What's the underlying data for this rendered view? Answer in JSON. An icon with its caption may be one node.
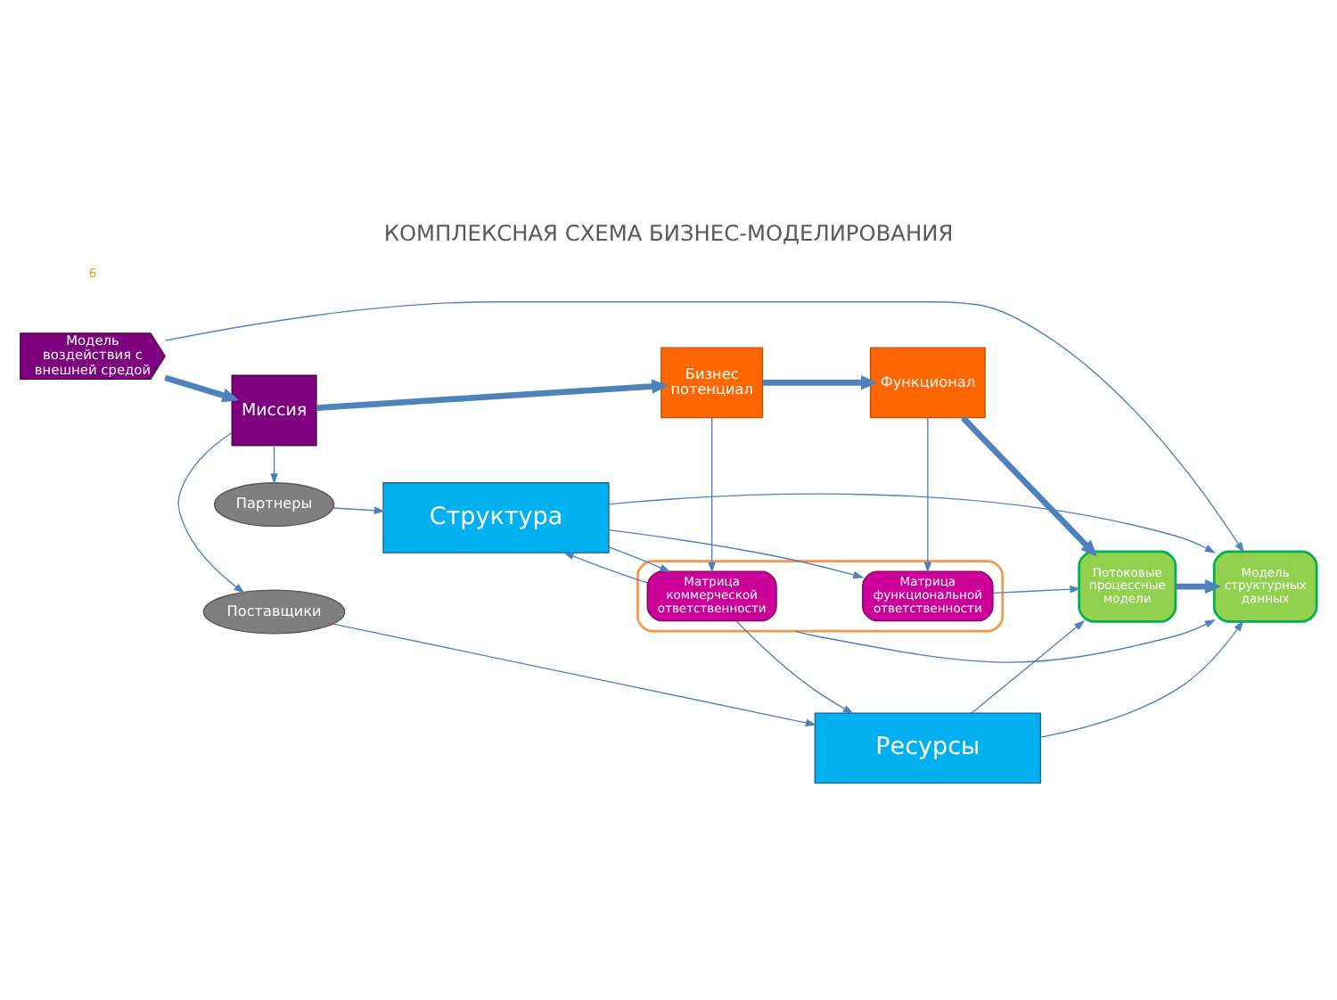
{
  "diagram": {
    "title": "КОМПЛЕКСНАЯ СХЕМА БИЗНЕС-МОДЕЛИРОВАНИЯ",
    "nodes": [
      {
        "text": [
          "Партнеры"
        ]
      },
      {
        "text": [
          "Структура"
        ]
      },
      {
        "text": [],
        "shape": "box"
      },
      {
        "text": [
          "Матрица коммерческой ответственности"
        ],
        "in": 2
      },
      {
        "text": [
          "Матрица функциональной ответственности"
        ],
        "in": 2
      },
      {
        "text": [
          "Модель воздействия с внешней средой"
        ]
      },
      {
        "text": [
          "Миссия"
        ]
      },
      {
        "text": [
          "Бизнес потенциал"
        ]
      },
      {
        "text": [
          "Функционал"
        ]
      },
      {
        "text": [
          "Потоковые процесcные модели"
        ]
      },
      {
        "text": [
          "Модель структурных данных"
        ]
      },
      {
        "text": [
          "Поставщики"
        ]
      },
      {
        "text": [
          "Ресурсы"
        ]
      }
    ],
    "edges": [
      {
        "from": 6,
        "to": 0,
        "arrow": "to"
      },
      {
        "from": 0,
        "to": 1,
        "arrow": "to"
      },
      {
        "from": 1,
        "to": 3,
        "arrow": "to"
      },
      {
        "from": 1,
        "to": 4,
        "arrow": "to"
      },
      {
        "from": 1,
        "to": 10,
        "arrow": "to"
      },
      {
        "from": 3,
        "to": 1,
        "arrow": "to"
      },
      {
        "from": 3,
        "to": 12,
        "arrow": "to"
      },
      {
        "from": 7,
        "to": 3,
        "arrow": "to"
      },
      {
        "from": 8,
        "to": 4,
        "arrow": "to"
      },
      {
        "from": 4,
        "to": 9,
        "arrow": "to"
      },
      {
        "from": 2,
        "to": 10,
        "arrow": "to"
      },
      {
        "from": 5,
        "to": 6,
        "arrow": "to",
        "style": "thick"
      },
      {
        "from": 6,
        "to": 7,
        "arrow": "to",
        "style": "thick"
      },
      {
        "from": 7,
        "to": 8,
        "arrow": "to",
        "style": "thick"
      },
      {
        "from": 8,
        "to": 9,
        "arrow": "to",
        "style": "thick"
      },
      {
        "from": 9,
        "to": 10,
        "arrow": "to",
        "style": "thick"
      },
      {
        "from": 6,
        "to": 11,
        "arrow": "to"
      },
      {
        "from": 11,
        "to": 12,
        "arrow": "to"
      },
      {
        "from": 12,
        "to": 9,
        "arrow": "to"
      },
      {
        "from": 12,
        "to": 10,
        "arrow": "to"
      },
      {
        "from": 5,
        "to": 10,
        "arrow": "to"
      }
    ],
    "labels": [
      "6"
    ]
  }
}
